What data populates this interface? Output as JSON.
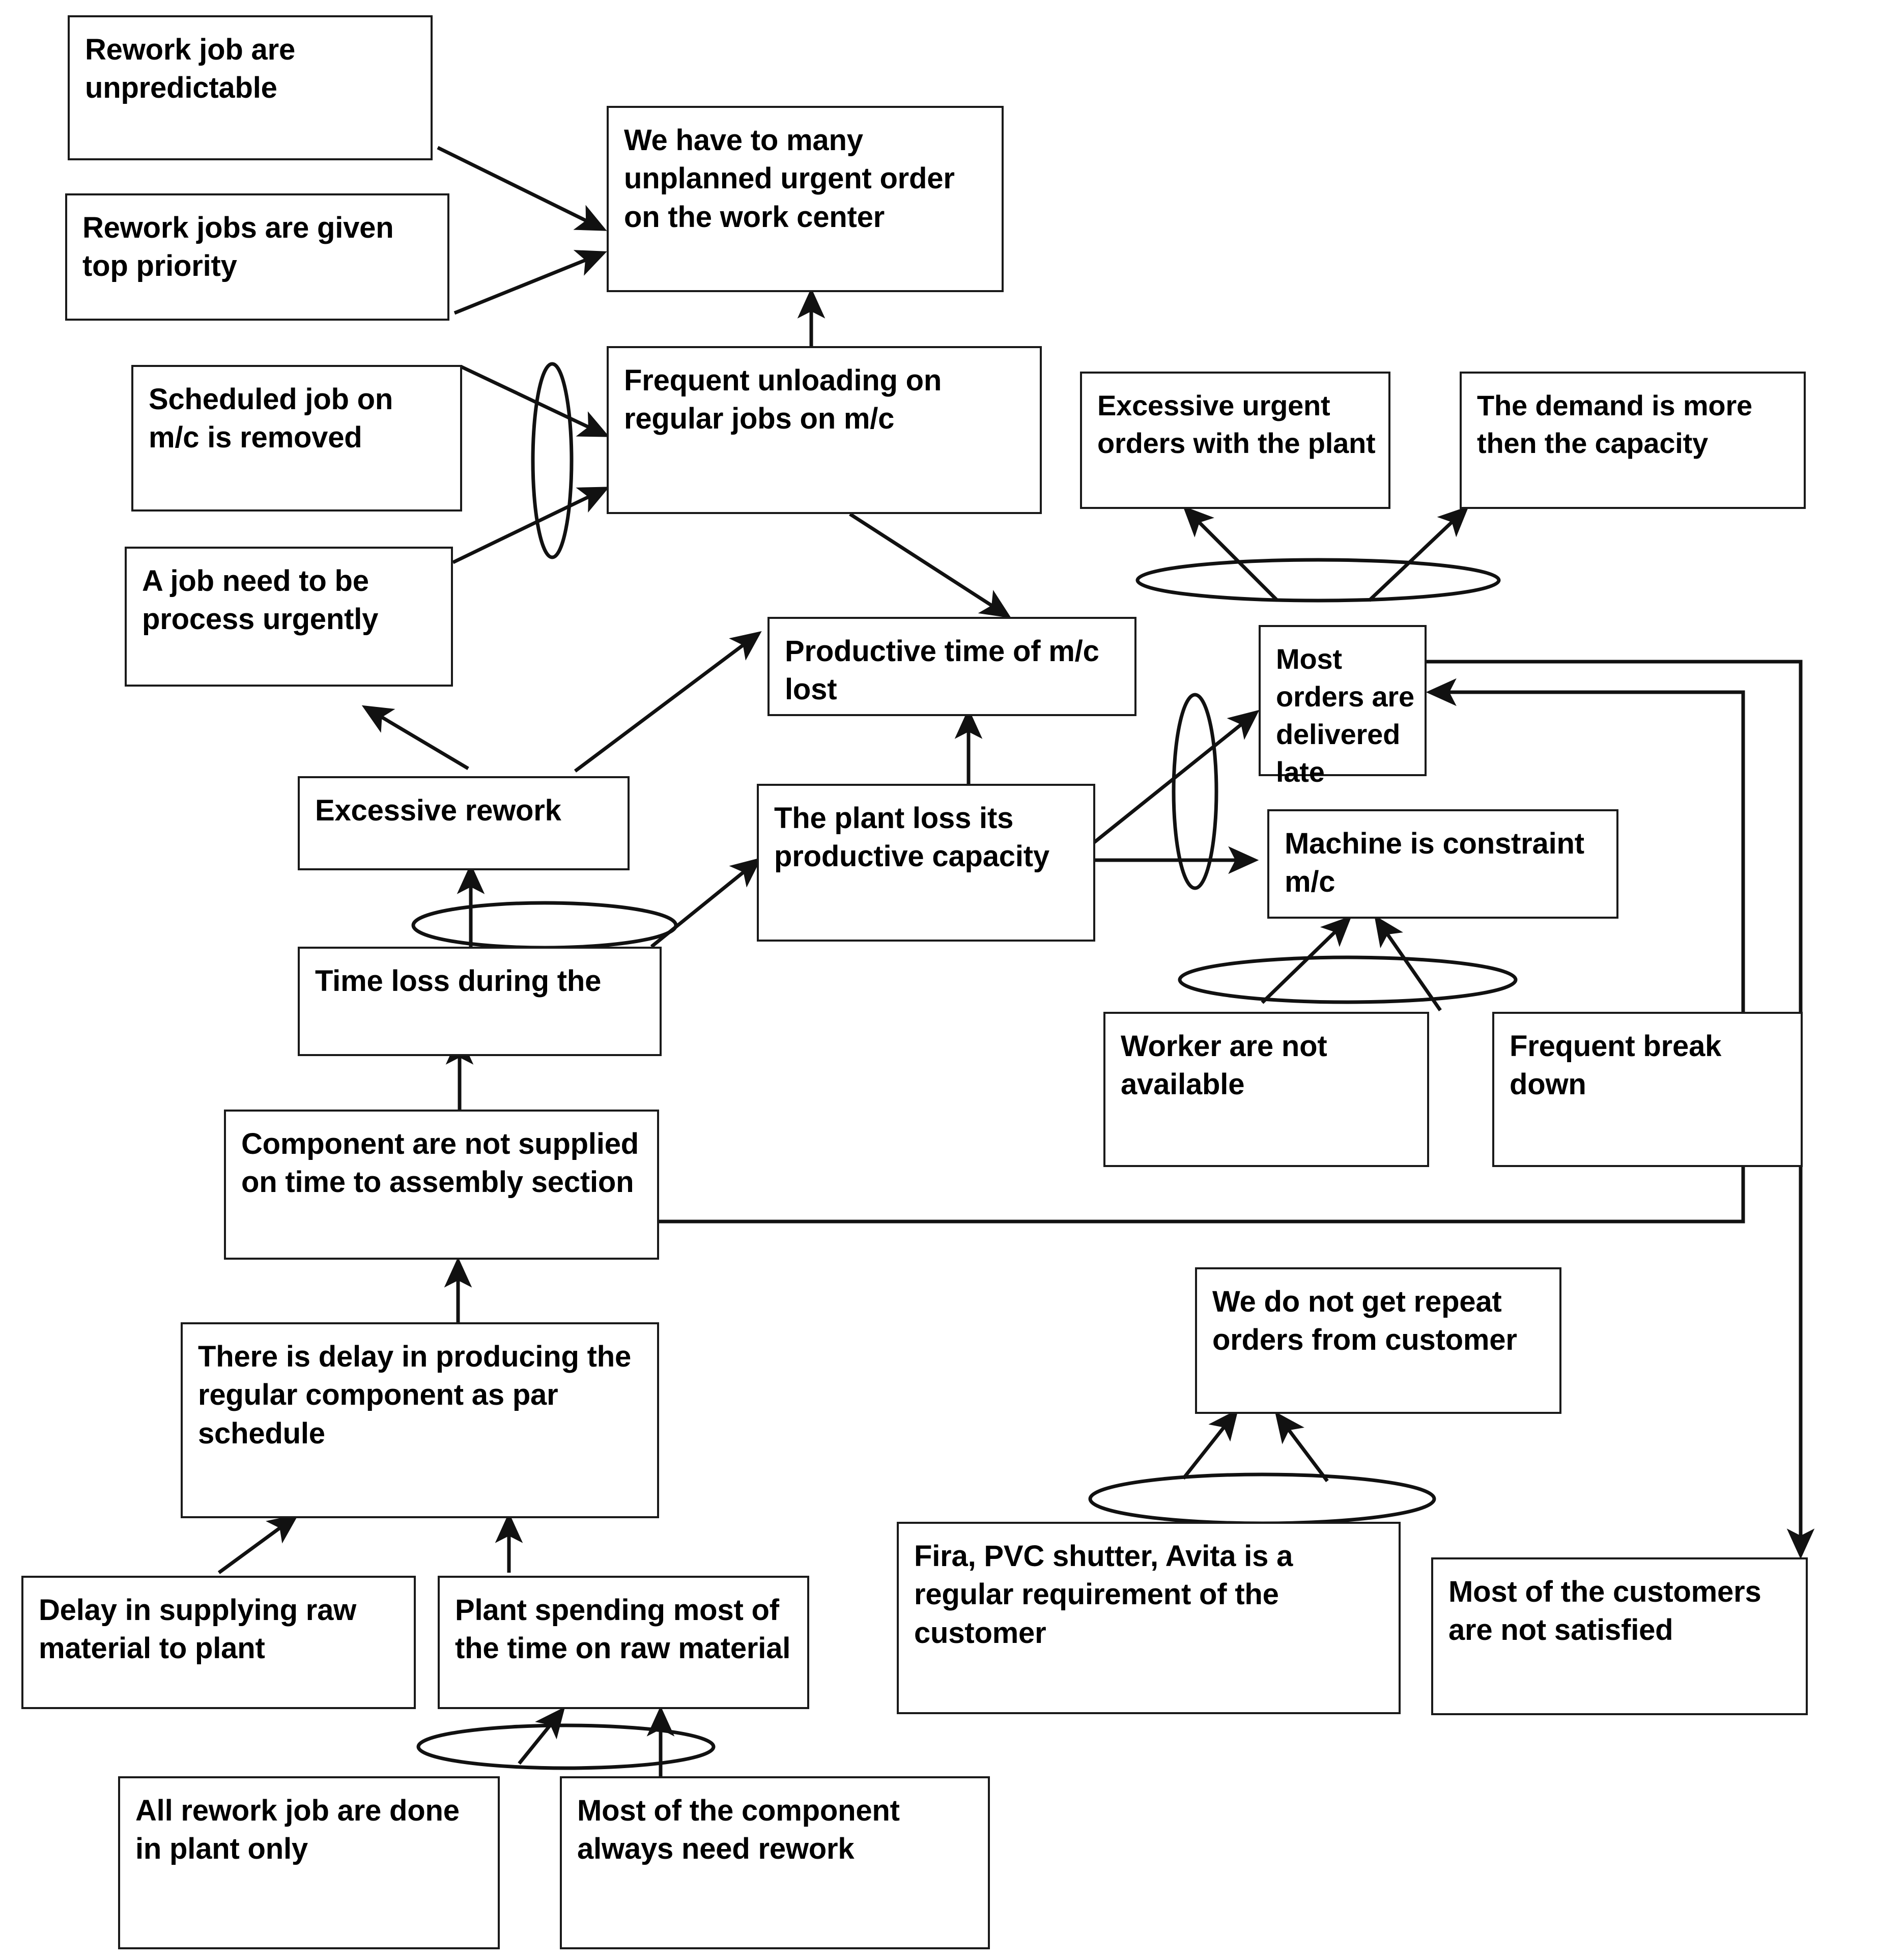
{
  "diagram": {
    "type": "current-reality-tree",
    "orientation": "bottom-up cause and effect",
    "connector_symbols": {
      "ellipse": "AND-junction (logical AND between contributing causes)",
      "arrow": "causes / leads to"
    },
    "nodes": [
      {
        "id": "rework_unpredictable",
        "text": "Rework job are unpredictable"
      },
      {
        "id": "rework_top_priority",
        "text": "Rework jobs are given top priority"
      },
      {
        "id": "unplanned_urgent",
        "text": "We have to many unplanned urgent order on the work center"
      },
      {
        "id": "scheduled_removed",
        "text": "Scheduled job on m/c is removed"
      },
      {
        "id": "job_urgent",
        "text": "A  job need to be process urgently"
      },
      {
        "id": "frequent_unloading",
        "text": "Frequent unloading on regular jobs on m/c"
      },
      {
        "id": "excessive_urgent",
        "text": "Excessive urgent orders with the plant"
      },
      {
        "id": "demand_more",
        "text": "The demand is more then the capacity"
      },
      {
        "id": "productive_time_lost",
        "text": "Productive time of m/c lost"
      },
      {
        "id": "orders_late",
        "text": "Most orders are delivered late"
      },
      {
        "id": "excessive_rework",
        "text": "Excessive rework"
      },
      {
        "id": "plant_loss_capacity",
        "text": "The plant loss its productive capacity"
      },
      {
        "id": "machine_constraint",
        "text": "Machine is constraint m/c"
      },
      {
        "id": "time_loss",
        "text": "Time loss during the"
      },
      {
        "id": "worker_unavailable",
        "text": "Worker  are not available"
      },
      {
        "id": "frequent_breakdown",
        "text": "Frequent break down"
      },
      {
        "id": "component_not_supplied",
        "text": "Component are not supplied on time to assembly section"
      },
      {
        "id": "no_repeat_orders",
        "text": "We do not get repeat orders from customer"
      },
      {
        "id": "delay_producing",
        "text": "There is delay in producing the regular component as par schedule"
      },
      {
        "id": "fira_pvc",
        "text": "Fira, PVC shutter, Avita is a regular requirement of the customer"
      },
      {
        "id": "customers_unsatisfied",
        "text": "Most of the customers are not satisfied"
      },
      {
        "id": "delay_raw_material",
        "text": "Delay in supplying raw material to plant"
      },
      {
        "id": "plant_spending_raw",
        "text": "Plant spending most of the time on raw material"
      },
      {
        "id": "rework_in_plant",
        "text": "All rework job are done in plant only"
      },
      {
        "id": "component_need_rework",
        "text": "Most of the component  always need rework"
      }
    ],
    "edges": [
      {
        "from": "rework_unpredictable",
        "to": "unplanned_urgent"
      },
      {
        "from": "rework_top_priority",
        "to": "unplanned_urgent"
      },
      {
        "from": "frequent_unloading",
        "to": "unplanned_urgent"
      },
      {
        "from": "scheduled_removed",
        "to": "frequent_unloading",
        "via": "and-ellipse"
      },
      {
        "from": "job_urgent",
        "to": "frequent_unloading",
        "via": "and-ellipse"
      },
      {
        "from": "frequent_unloading",
        "to": "productive_time_lost"
      },
      {
        "from": "excessive_rework",
        "to": "job_urgent"
      },
      {
        "from": "excessive_rework",
        "to": "productive_time_lost"
      },
      {
        "from": "time_loss",
        "to": "excessive_rework",
        "via": "and-ellipse"
      },
      {
        "from": "time_loss",
        "to": "plant_loss_capacity",
        "via": "and-ellipse"
      },
      {
        "from": "plant_loss_capacity",
        "to": "productive_time_lost"
      },
      {
        "from": "plant_loss_capacity",
        "to": "orders_late",
        "via": "and-ellipse"
      },
      {
        "from": "plant_loss_capacity",
        "to": "machine_constraint",
        "via": "and-ellipse"
      },
      {
        "from": "orders_late",
        "to": "excessive_urgent",
        "via": "and-ellipse"
      },
      {
        "from": "orders_late",
        "to": "demand_more",
        "via": "and-ellipse"
      },
      {
        "from": "worker_unavailable",
        "to": "machine_constraint",
        "via": "and-ellipse"
      },
      {
        "from": "frequent_breakdown",
        "to": "machine_constraint",
        "via": "and-ellipse"
      },
      {
        "from": "component_not_supplied",
        "to": "time_loss"
      },
      {
        "from": "component_not_supplied",
        "to": "orders_late"
      },
      {
        "from": "delay_producing",
        "to": "component_not_supplied"
      },
      {
        "from": "delay_raw_material",
        "to": "delay_producing"
      },
      {
        "from": "plant_spending_raw",
        "to": "delay_producing"
      },
      {
        "from": "rework_in_plant",
        "to": "plant_spending_raw",
        "via": "and-ellipse"
      },
      {
        "from": "component_need_rework",
        "to": "plant_spending_raw",
        "via": "and-ellipse"
      },
      {
        "from": "fira_pvc",
        "to": "no_repeat_orders",
        "via": "and-ellipse"
      },
      {
        "from": "customers_unsatisfied",
        "to": "no_repeat_orders",
        "via": "and-ellipse"
      },
      {
        "from": "orders_late",
        "to": "customers_unsatisfied"
      }
    ],
    "colors": {
      "stroke": "#1a1a1a",
      "fill": "#ffffff",
      "text": "#000000"
    }
  }
}
